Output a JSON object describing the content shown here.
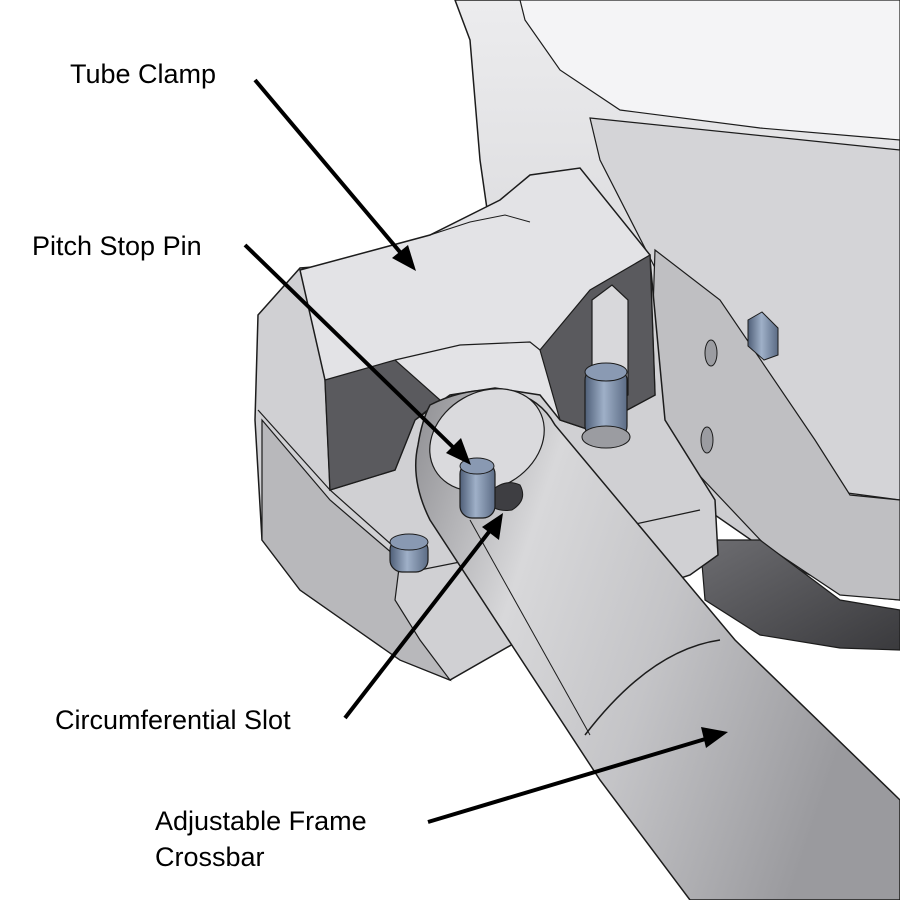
{
  "figure": {
    "labels": {
      "tube_clamp": "Tube Clamp",
      "pitch_stop_pin": "Pitch Stop Pin",
      "circumferential_slot": "Circumferential Slot",
      "adjustable_frame_line1": "Adjustable Frame",
      "adjustable_frame_line2": "Crossbar"
    },
    "colors": {
      "background": "#ffffff",
      "metal_light": "#dcdcde",
      "metal_mid": "#b9b9bc",
      "metal_dark": "#8d8d91",
      "pin_blue": "#6d7f99",
      "outline": "#1c1c1c",
      "arrow": "#000000"
    }
  }
}
